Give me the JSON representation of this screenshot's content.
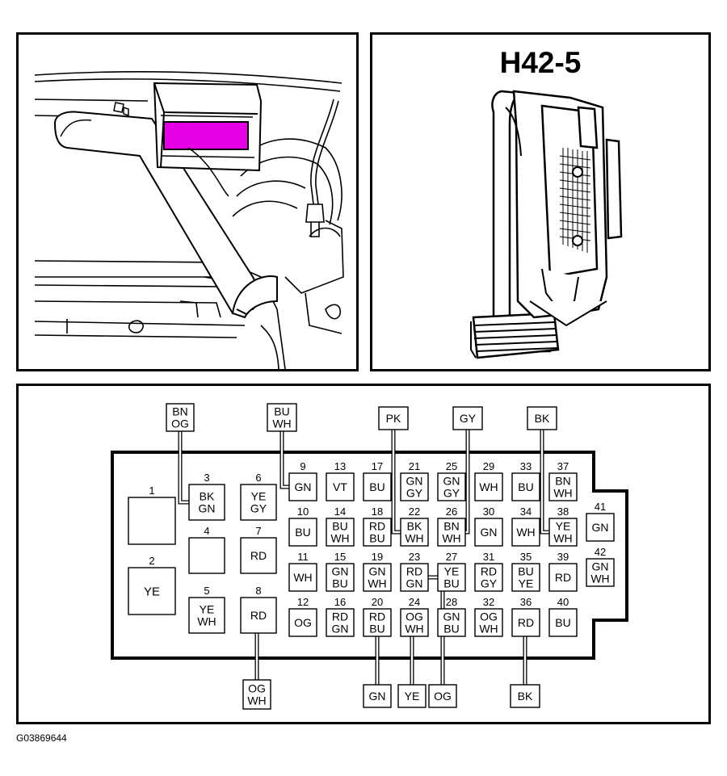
{
  "connector": {
    "id": "H42-5"
  },
  "figure_code": "G03869644",
  "colors": {
    "highlight": "#e600e6",
    "line": "#000000",
    "background": "#ffffff"
  },
  "pins": [
    {
      "n": "1",
      "color": ""
    },
    {
      "n": "2",
      "color": "YE"
    },
    {
      "n": "3",
      "color": "BK\nGN"
    },
    {
      "n": "4",
      "color": ""
    },
    {
      "n": "5",
      "color": "YE\nWH"
    },
    {
      "n": "6",
      "color": "YE\nGY"
    },
    {
      "n": "7",
      "color": "RD"
    },
    {
      "n": "8",
      "color": "RD"
    },
    {
      "n": "9",
      "color": "GN"
    },
    {
      "n": "10",
      "color": "BU"
    },
    {
      "n": "11",
      "color": "WH"
    },
    {
      "n": "12",
      "color": "OG"
    },
    {
      "n": "13",
      "color": "VT"
    },
    {
      "n": "14",
      "color": "BU\nWH"
    },
    {
      "n": "15",
      "color": "GN\nBU"
    },
    {
      "n": "16",
      "color": "RD\nGN"
    },
    {
      "n": "17",
      "color": "BU"
    },
    {
      "n": "18",
      "color": "RD\nBU"
    },
    {
      "n": "19",
      "color": "GN\nWH"
    },
    {
      "n": "20",
      "color": "RD\nBU"
    },
    {
      "n": "21",
      "color": "GN\nGY"
    },
    {
      "n": "22",
      "color": "BK\nWH"
    },
    {
      "n": "23",
      "color": "RD\nGN"
    },
    {
      "n": "24",
      "color": "OG\nWH"
    },
    {
      "n": "25",
      "color": "GN\nGY"
    },
    {
      "n": "26",
      "color": "BN\nWH"
    },
    {
      "n": "27",
      "color": "YE\nBU"
    },
    {
      "n": "28",
      "color": "GN\nBU"
    },
    {
      "n": "29",
      "color": "WH"
    },
    {
      "n": "30",
      "color": "GN"
    },
    {
      "n": "31",
      "color": "RD\nGY"
    },
    {
      "n": "32",
      "color": "OG\nWH"
    },
    {
      "n": "33",
      "color": "BU"
    },
    {
      "n": "34",
      "color": "WH"
    },
    {
      "n": "35",
      "color": "BU\nYE"
    },
    {
      "n": "36",
      "color": "RD"
    },
    {
      "n": "37",
      "color": "BN\nWH"
    },
    {
      "n": "38",
      "color": "YE\nWH"
    },
    {
      "n": "39",
      "color": "RD"
    },
    {
      "n": "40",
      "color": "BU"
    },
    {
      "n": "41",
      "color": "GN"
    },
    {
      "n": "42",
      "color": "GN\nWH"
    }
  ],
  "callouts": [
    {
      "text": "BN\nOG",
      "pin": "3"
    },
    {
      "text": "BU\nWH",
      "pin": "9"
    },
    {
      "text": "PK",
      "pin": "22"
    },
    {
      "text": "GY",
      "pin": "26"
    },
    {
      "text": "BK",
      "pin": "38"
    },
    {
      "text": "OG\nWH",
      "pin": "8"
    },
    {
      "text": "GN",
      "pin": "20"
    },
    {
      "text": "YE",
      "pin": "24"
    },
    {
      "text": "OG",
      "pin": "23"
    },
    {
      "text": "BK",
      "pin": "36"
    }
  ]
}
